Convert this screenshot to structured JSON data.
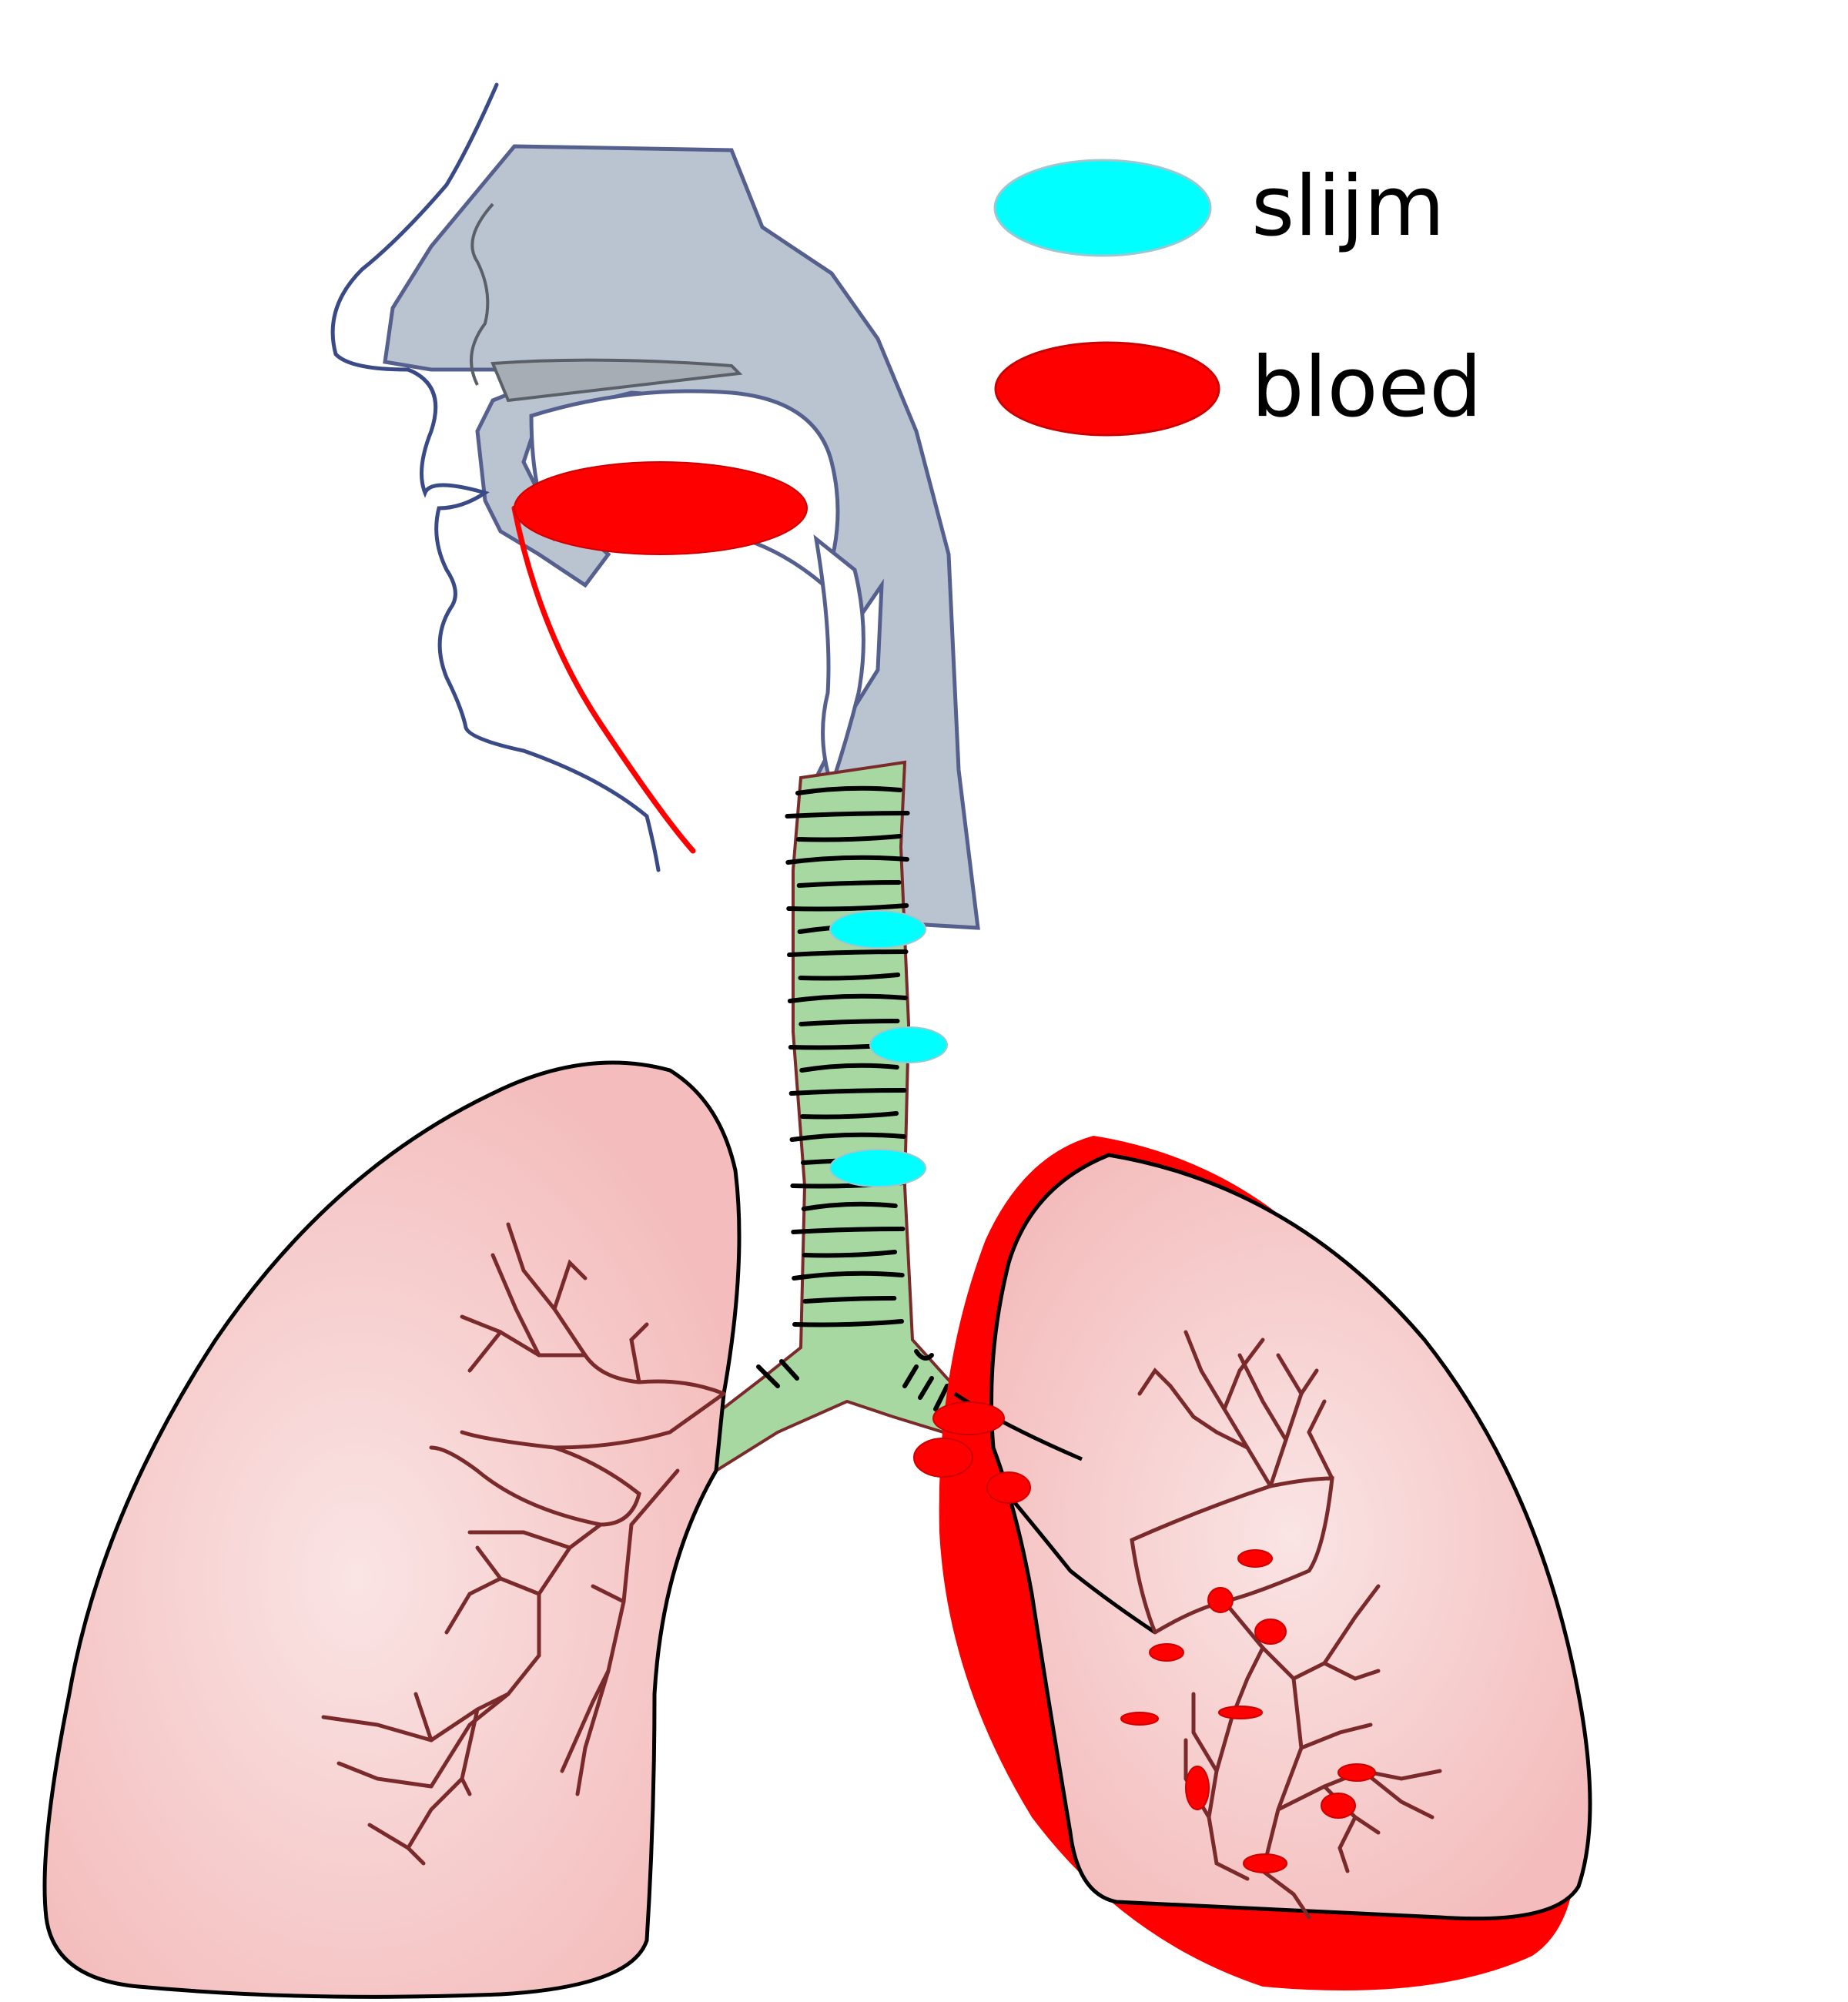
{
  "legend": {
    "items": [
      {
        "key": "mucus",
        "label": "slijm",
        "color": "#00FFFF"
      },
      {
        "key": "blood",
        "label": "bloed",
        "color": "#FF0000"
      }
    ]
  },
  "colors": {
    "airway_fill": "#BAC4D0",
    "airway_stroke": "#56608E",
    "face_stroke": "#3A4A86",
    "trachea_fill": "#A8D8A2",
    "cartilage_ring": "#000000",
    "lung_fill_center": "#FAE4E4",
    "lung_fill_edge": "#F4BCBC",
    "lung_outline": "#000000",
    "bronchi": "#7A2A2A",
    "mucus": "#00FFFF",
    "blood": "#FF0000"
  },
  "icons": [
    "mucus-marker-icon",
    "blood-marker-icon"
  ]
}
